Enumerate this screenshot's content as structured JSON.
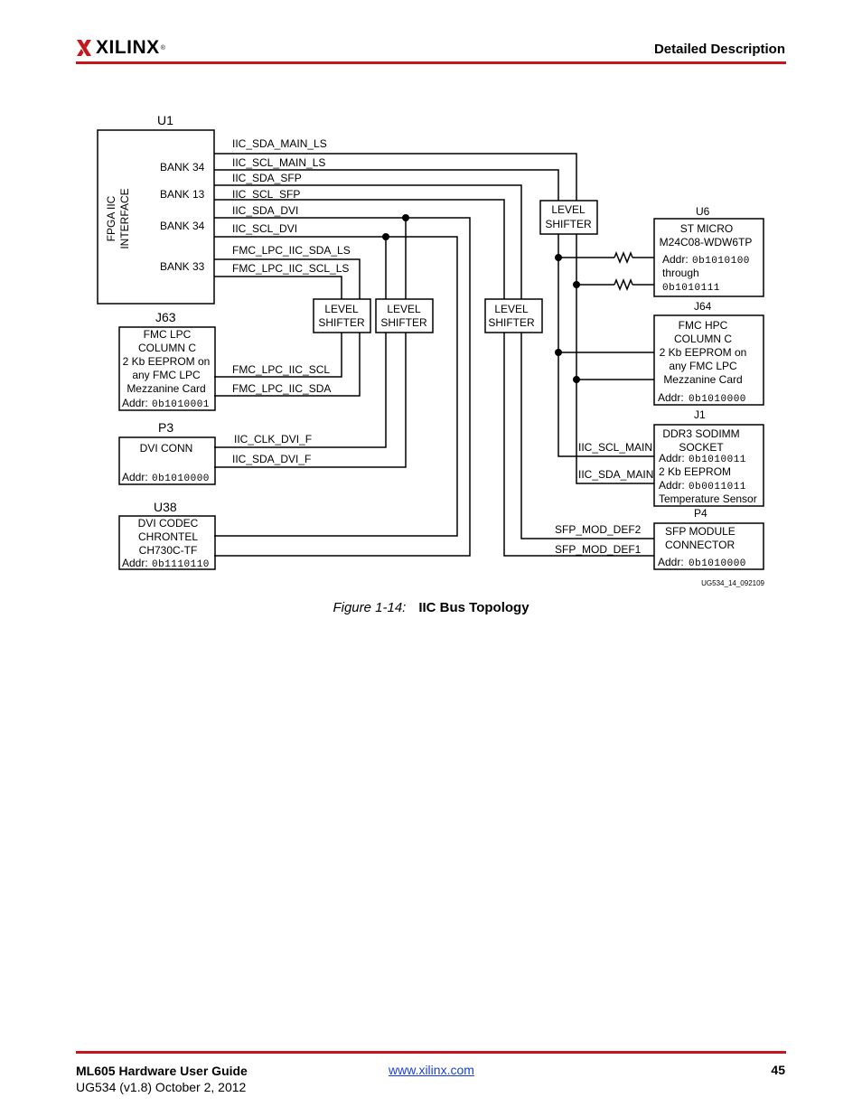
{
  "header": {
    "logo_text": "XILINX",
    "logo_mark": "®",
    "section_title": "Detailed Description",
    "accent_color": "#c5161d"
  },
  "diagram": {
    "u1_label": "U1",
    "fpga_label_1": "FPGA IIC",
    "fpga_label_2": "INTERFACE",
    "banks": [
      "BANK 34",
      "BANK 13",
      "BANK 34",
      "BANK 33"
    ],
    "signals": {
      "sda_main_ls": "IIC_SDA_MAIN_LS",
      "scl_main_ls": "IIC_SCL_MAIN_LS",
      "sda_sfp": "IIC_SDA_SFP",
      "scl_sfp": "IIC_SCL_SFP",
      "sda_dvi": "IIC_SDA_DVI",
      "scl_dvi": "IIC_SCL_DVI",
      "fmc_sda_ls": "FMC_LPC_IIC_SDA_LS",
      "fmc_scl_ls": "FMC_LPC_IIC_SCL_LS",
      "fmc_scl": "FMC_LPC_IIC_SCL",
      "fmc_sda": "FMC_LPC_IIC_SDA",
      "clk_dvi_f": "IIC_CLK_DVI_F",
      "sda_dvi_f": "IIC_SDA_DVI_F",
      "scl_main": "IIC_SCL_MAIN",
      "sda_main": "IIC_SDA_MAIN",
      "sfp_mod_def2": "SFP_MOD_DEF2",
      "sfp_mod_def1": "SFP_MOD_DEF1"
    },
    "level_shifter": [
      "LEVEL",
      "SHIFTER"
    ],
    "j63": {
      "ref": "J63",
      "lines": [
        "FMC LPC",
        "COLUMN C",
        "2 Kb EEPROM on",
        "any FMC LPC",
        "Mezzanine Card"
      ],
      "addr_label": "Addr:",
      "addr": "0b1010001"
    },
    "p3": {
      "ref": "P3",
      "lines": [
        "DVI CONN"
      ],
      "addr_label": "Addr:",
      "addr": "0b1010000"
    },
    "u38": {
      "ref": "U38",
      "lines": [
        "DVI CODEC",
        "CHRONTEL",
        "CH730C-TF"
      ],
      "addr_label": "Addr:",
      "addr": "0b1110110"
    },
    "u6": {
      "ref": "U6",
      "lines": [
        "ST MICRO",
        "M24C08-WDW6TP"
      ],
      "addr_label": "Addr:",
      "addr": "0b1010100",
      "through": "through",
      "addr2": "0b1010111"
    },
    "j64": {
      "ref": "J64",
      "lines": [
        "FMC HPC",
        "COLUMN C",
        "2 Kb EEPROM on",
        "any FMC LPC",
        "Mezzanine Card"
      ],
      "addr_label": "Addr:",
      "addr": "0b1010000"
    },
    "j1": {
      "ref": "J1",
      "lines": [
        "DDR3 SODIMM",
        "SOCKET"
      ],
      "addr_label": "Addr:",
      "addr": "0b1010011",
      "line3": "2 Kb EEPROM",
      "addr2": "0b0011011",
      "line4": "Temperature Sensor"
    },
    "p4": {
      "ref": "P4",
      "lines": [
        "SFP MODULE",
        "CONNECTOR"
      ],
      "addr_label": "Addr:",
      "addr": "0b1010000"
    },
    "drawing_id": "UG534_14_092109"
  },
  "caption": {
    "figure": "Figure 1-14:",
    "title": "IIC Bus Topology"
  },
  "footer": {
    "doc_title": "ML605 Hardware User Guide",
    "doc_id": "UG534 (v1.8) October 2, 2012",
    "link": "www.xilinx.com",
    "page": "45"
  }
}
